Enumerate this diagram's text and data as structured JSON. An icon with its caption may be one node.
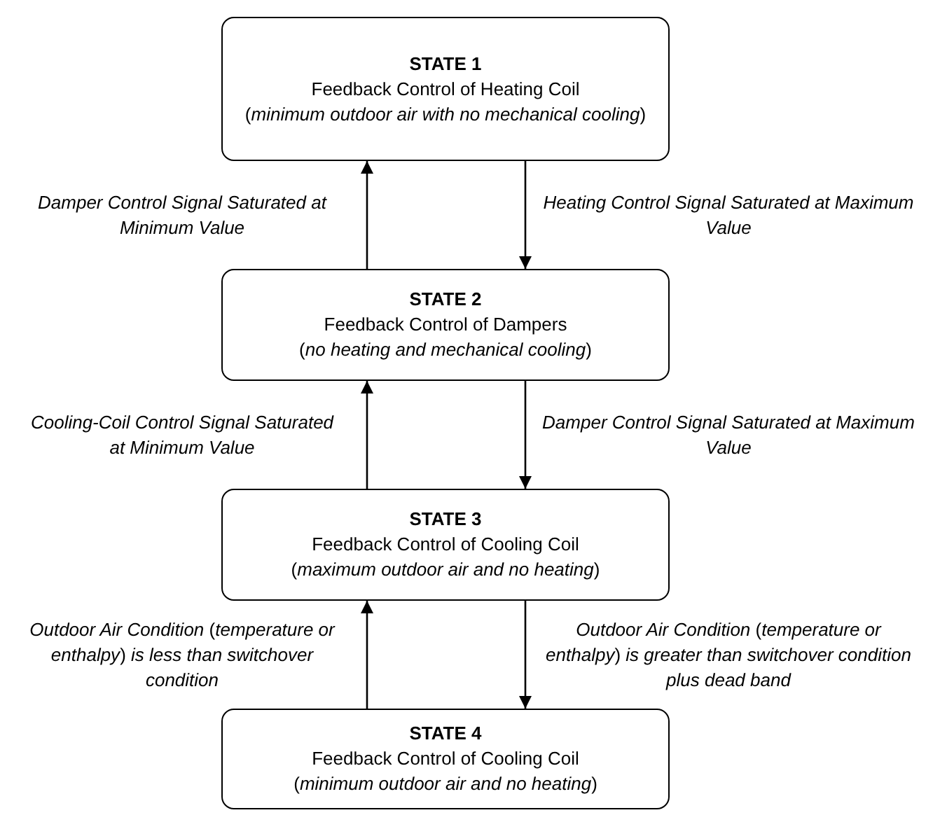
{
  "diagram": {
    "nodes": [
      {
        "text": [
          "STATE 1",
          "Feedback Control of Heating Coil",
          "(*minimum outdoor air with no mechanical cooling*)"
        ]
      },
      {
        "text": [
          "STATE 2",
          "Feedback Control of Dampers",
          "(*no heating and mechanical cooling*)"
        ]
      },
      {
        "text": [
          "STATE 3",
          "Feedback Control of Cooling Coil",
          "(*maximum outdoor air and no heating*)"
        ]
      },
      {
        "text": [
          "STATE 4",
          "Feedback Control of Cooling Coil",
          "(*minimum outdoor air and no heating*)"
        ]
      }
    ],
    "edges": [
      {
        "from": 1,
        "to": 0,
        "arrow": "to",
        "label": "*Damper Control Signal Saturated at Minimum Value*"
      },
      {
        "from": 0,
        "to": 1,
        "arrow": "to",
        "label": "*Heating Control Signal Saturated at Maximum Value*"
      },
      {
        "from": 2,
        "to": 1,
        "arrow": "to",
        "label": "*Cooling-Coil Control Signal Saturated at Minimum Value*"
      },
      {
        "from": 1,
        "to": 2,
        "arrow": "to",
        "label": "*Damper Control Signal Saturated at Maximum Value*"
      },
      {
        "from": 3,
        "to": 2,
        "arrow": "to",
        "label": "*Outdoor Air Condition* (*temperature or enthalpy*) *is less than switchover condition*"
      },
      {
        "from": 2,
        "to": 3,
        "arrow": "to",
        "label": "*Outdoor Air Condition* (*temperature or enthalpy*) *is greater than switchover condition plus dead band*"
      }
    ]
  }
}
